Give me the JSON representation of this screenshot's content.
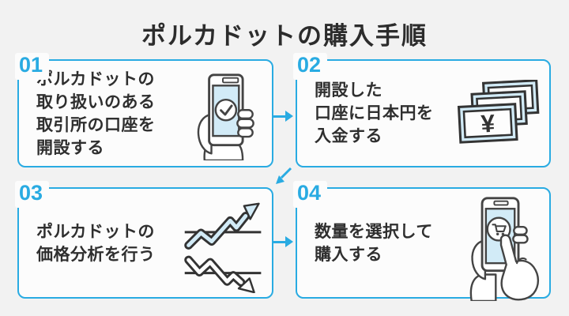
{
  "title": "ポルカドットの購入手順",
  "colors": {
    "accent": "#29abe2",
    "page_background": "#f2f2f2",
    "card_background": "#fcfcfc",
    "text": "#2f2f2f",
    "icon_outline": "#444444",
    "icon_fill_light": "#d2ebf7"
  },
  "steps": [
    {
      "number": "01",
      "lines": [
        "ポルカドットの",
        "取り扱いのある",
        "取引所の口座を",
        "開設する"
      ],
      "icon": "phone-check-icon"
    },
    {
      "number": "02",
      "lines": [
        "開設した",
        "口座に日本円を",
        "入金する"
      ],
      "icon": "yen-bills-icon"
    },
    {
      "number": "03",
      "lines": [
        "ポルカドットの",
        "価格分析を行う"
      ],
      "icon": "price-chart-icon"
    },
    {
      "number": "04",
      "lines": [
        "数量を選択して",
        "購入する"
      ],
      "icon": "phone-cart-icon"
    }
  ],
  "flow": [
    "01→02",
    "02→03",
    "03→04"
  ]
}
